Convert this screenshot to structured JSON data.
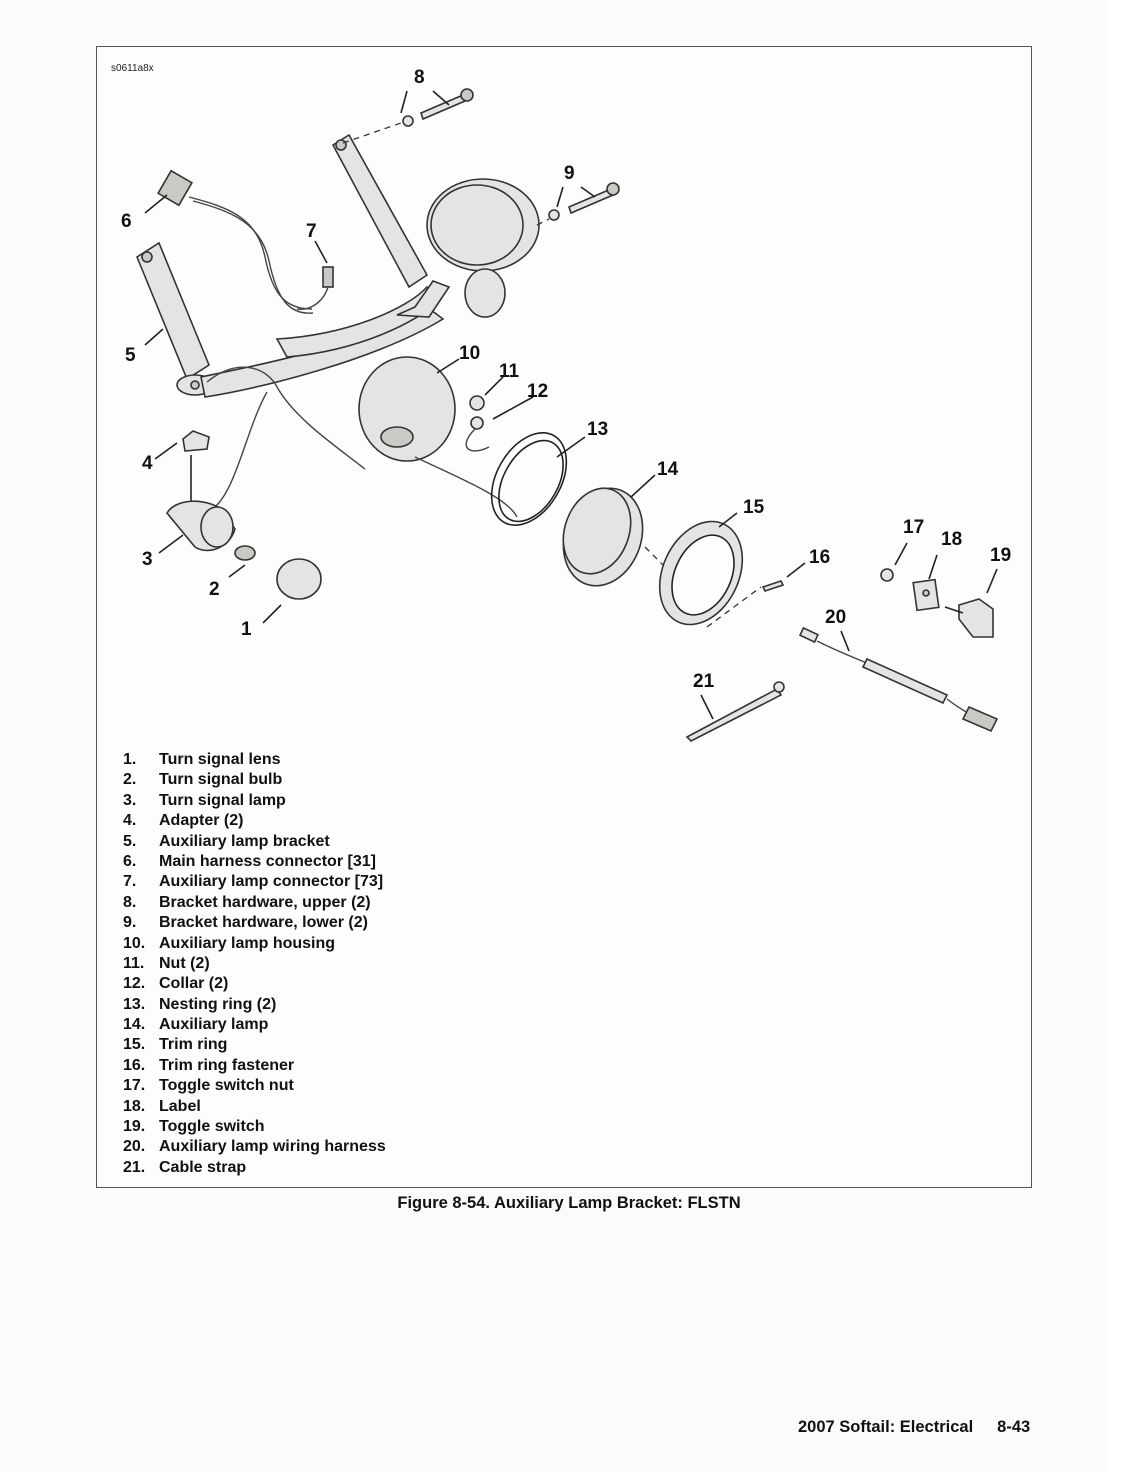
{
  "art_code": "s0611a8x",
  "callouts": [
    "1",
    "2",
    "3",
    "4",
    "5",
    "6",
    "7",
    "8",
    "9",
    "10",
    "11",
    "12",
    "13",
    "14",
    "15",
    "16",
    "17",
    "18",
    "19",
    "20",
    "21"
  ],
  "legend": [
    {
      "num": "1.",
      "text": "Turn signal lens"
    },
    {
      "num": "2.",
      "text": "Turn signal bulb"
    },
    {
      "num": "3.",
      "text": "Turn signal lamp"
    },
    {
      "num": "4.",
      "text": "Adapter (2)"
    },
    {
      "num": "5.",
      "text": "Auxiliary lamp bracket"
    },
    {
      "num": "6.",
      "text": "Main harness connector [31]"
    },
    {
      "num": "7.",
      "text": "Auxiliary lamp connector [73]"
    },
    {
      "num": "8.",
      "text": "Bracket hardware, upper (2)"
    },
    {
      "num": "9.",
      "text": "Bracket hardware, lower (2)"
    },
    {
      "num": "10.",
      "text": "Auxiliary lamp housing"
    },
    {
      "num": "11.",
      "text": "Nut (2)"
    },
    {
      "num": "12.",
      "text": "Collar (2)"
    },
    {
      "num": "13.",
      "text": "Nesting ring (2)"
    },
    {
      "num": "14.",
      "text": "Auxiliary lamp"
    },
    {
      "num": "15.",
      "text": "Trim ring"
    },
    {
      "num": "16.",
      "text": "Trim ring fastener"
    },
    {
      "num": "17.",
      "text": "Toggle switch nut"
    },
    {
      "num": "18.",
      "text": "Label"
    },
    {
      "num": "19.",
      "text": "Toggle switch"
    },
    {
      "num": "20.",
      "text": "Auxiliary lamp wiring harness"
    },
    {
      "num": "21.",
      "text": "Cable strap"
    }
  ],
  "caption": "Figure 8-54. Auxiliary Lamp Bracket: FLSTN",
  "footer": {
    "title": "2007 Softail: Electrical",
    "page": "8-43"
  }
}
